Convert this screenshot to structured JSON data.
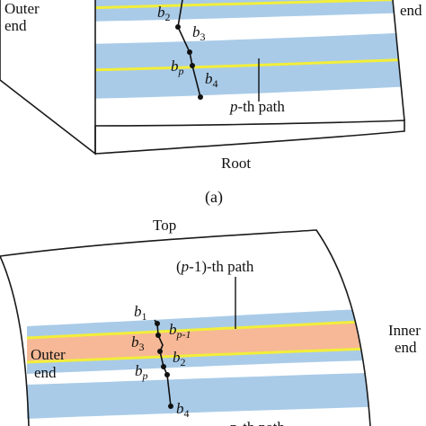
{
  "panel_a": {
    "labels": {
      "outer_end_line1": "Outer",
      "outer_end_line2": "end",
      "inner_end_line2": "end",
      "path_label_var": "p",
      "path_label_rest": "-th path",
      "root": "Root",
      "caption": "(a)"
    },
    "points": [
      {
        "base": "b",
        "sub": "2"
      },
      {
        "base": "b",
        "sub": "3"
      },
      {
        "base": "b",
        "sub": "p"
      },
      {
        "base": "b",
        "sub": "4"
      }
    ]
  },
  "panel_b": {
    "labels": {
      "top": "Top",
      "path_label_open": "(",
      "path_label_var": "p",
      "path_label_rest": "-1)-th path",
      "outer_end_line1": "Outer",
      "outer_end_line2": "end",
      "inner_end_line1": "Inner",
      "inner_end_line2": "end",
      "bottom_path_label": "p-th path"
    },
    "points": [
      {
        "base": "b",
        "sub": "1"
      },
      {
        "base": "b",
        "sub": "p-1"
      },
      {
        "base": "b",
        "sub": "3"
      },
      {
        "base": "b",
        "sub": "2"
      },
      {
        "base": "b",
        "sub": "p"
      },
      {
        "base": "b",
        "sub": "4"
      }
    ]
  },
  "colors": {
    "band_blue": "#a9cbe8",
    "band_orange": "#f6b896",
    "path_yellow": "#f2ee3a",
    "outline": "#1a1a1a"
  }
}
